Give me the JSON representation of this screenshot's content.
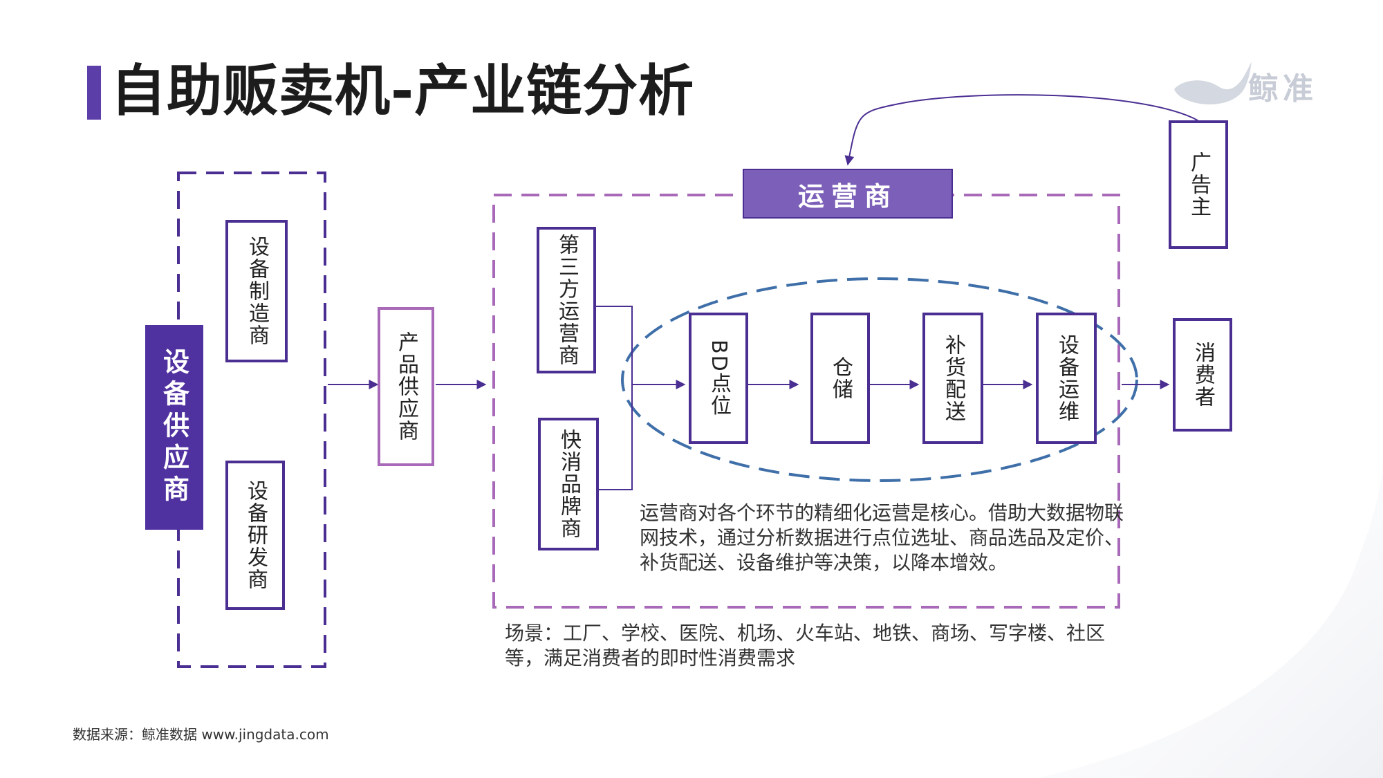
{
  "title": "自助贩卖机-产业链分析",
  "logo_text": "鲸准",
  "equipment_supplier": {
    "label": "设备供应商",
    "manufacturer": "设备制造商",
    "rnd": "设备研发商"
  },
  "product_supplier": "产品供应商",
  "operator": {
    "label": "运营商",
    "third_party": "第三方运营商",
    "fmcg_brand": "快消品牌商",
    "steps": [
      "BD点位",
      "仓储",
      "补货配送",
      "设备运维"
    ],
    "description": "运营商对各个环节的精细化运营是核心。借助大数据物联网技术，通过分析数据进行点位选址、商品选品及定价、补货配送、设备维护等决策，以降本增效。"
  },
  "advertiser": "广告主",
  "consumer": "消费者",
  "scene": "场景：工厂、学校、医院、机场、火车站、地铁、商场、写字楼、社区等，满足消费者的即时性消费需求",
  "footer": "数据来源：鲸准数据 www.jingdata.com",
  "colors": {
    "primary_purple": "#4f31a0",
    "operator_purple": "#7c5fb8",
    "dashed_pink": "#a86ab8",
    "ellipse_blue": "#3f6fa8"
  }
}
